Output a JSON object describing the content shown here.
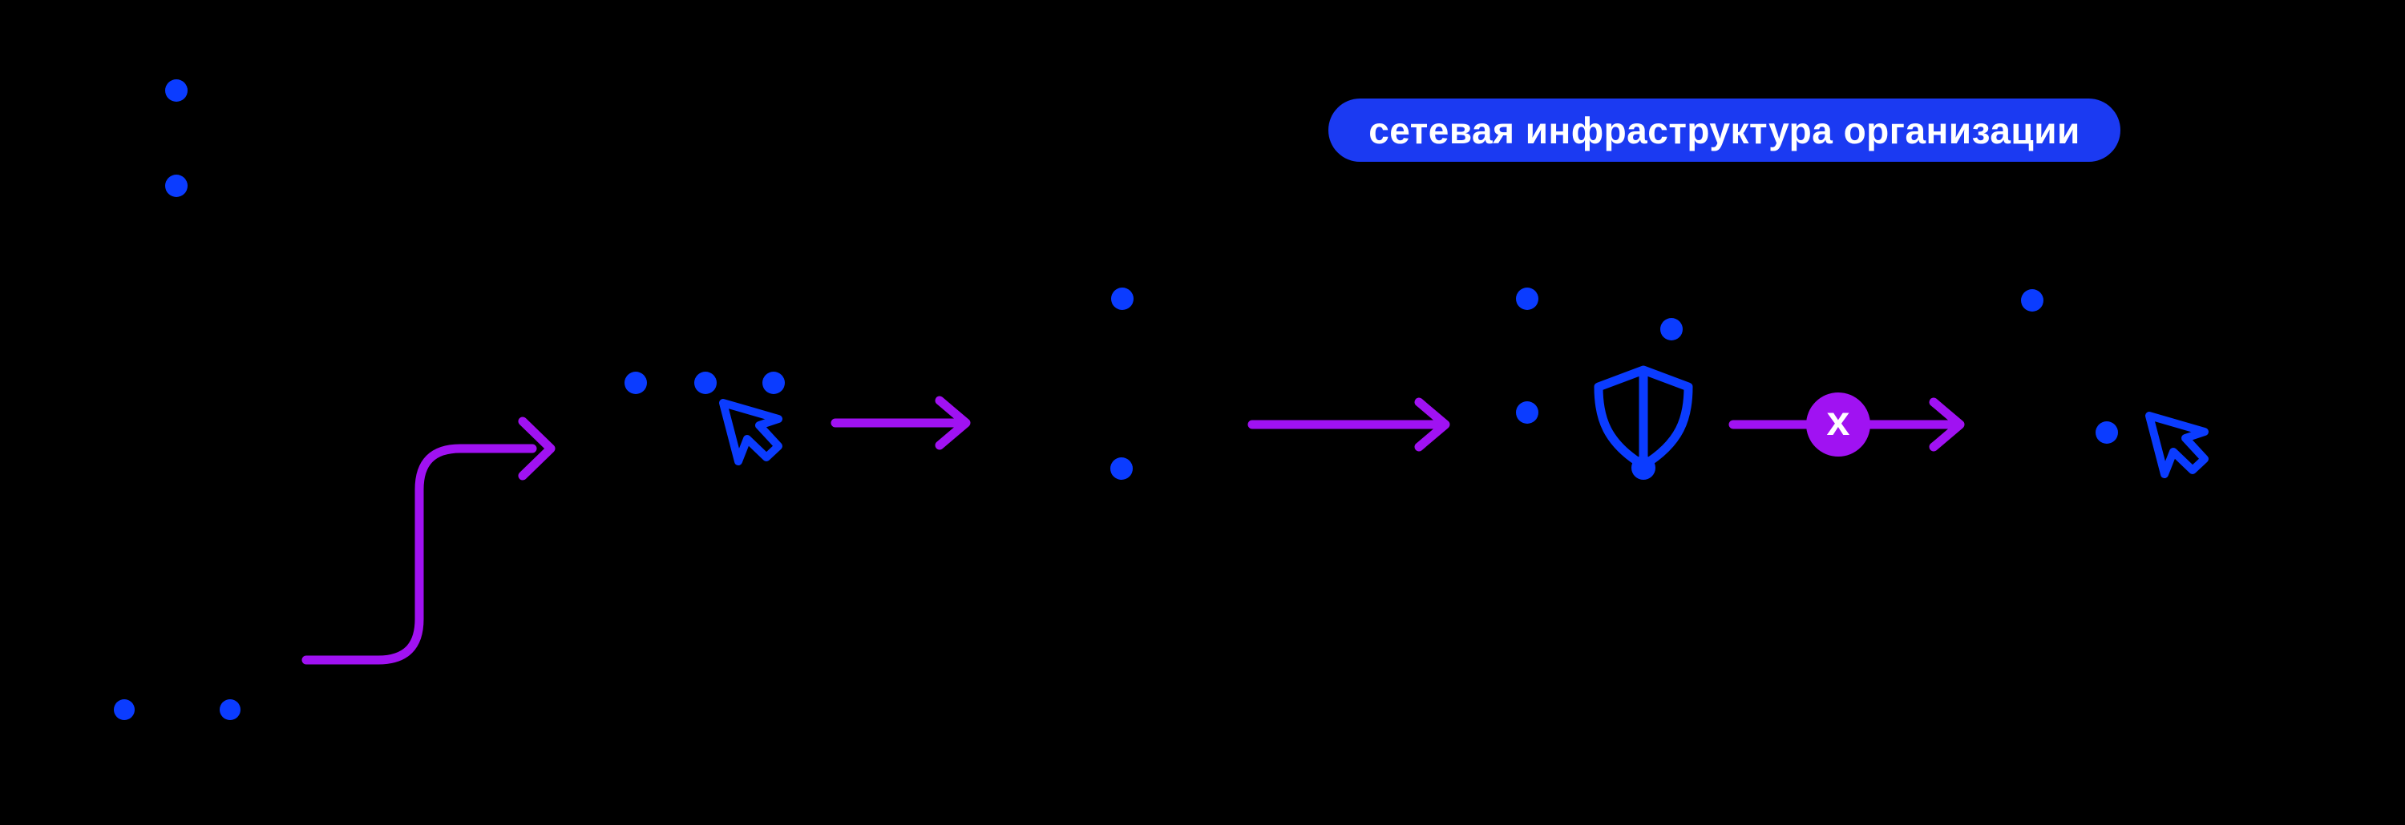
{
  "badge": {
    "label": "сетевая инфраструктура организации"
  },
  "flow": {
    "blocked_marker": "x",
    "direction": "left-to-right",
    "arrows": [
      {
        "name": "curved-flow-arrow",
        "style": "s-curve"
      },
      {
        "name": "flow-arrow-1",
        "style": "straight"
      },
      {
        "name": "flow-arrow-2",
        "style": "straight"
      },
      {
        "name": "flow-arrow-3",
        "style": "straight-with-blocked-x"
      }
    ]
  },
  "icons": [
    {
      "name": "cursor-icon",
      "meaning": "mouse pointer"
    },
    {
      "name": "shield-icon",
      "meaning": "security / firewall"
    },
    {
      "name": "blocked-x-marker",
      "meaning": "blocked connection"
    },
    {
      "name": "node-dot",
      "meaning": "network node"
    }
  ],
  "node_groups": [
    {
      "name": "device-node-group-top-left",
      "dot_count": 2
    },
    {
      "name": "device-node-group-bottom-left",
      "dot_count": 2
    },
    {
      "name": "user-node-group",
      "dot_count": 3,
      "has_cursor": true
    },
    {
      "name": "network-node-group",
      "dot_count": 2
    },
    {
      "name": "security-node-group",
      "dot_count": 3,
      "has_shield": true
    },
    {
      "name": "target-node-group",
      "dot_count": 2,
      "has_cursor": true
    }
  ],
  "colors": {
    "bg": "#000000",
    "nodeBlue": "#0B3CFF",
    "badgeBlue": "#1B3AF2",
    "accentPurple": "#A012F2",
    "textWhite": "#FFFFFF"
  }
}
